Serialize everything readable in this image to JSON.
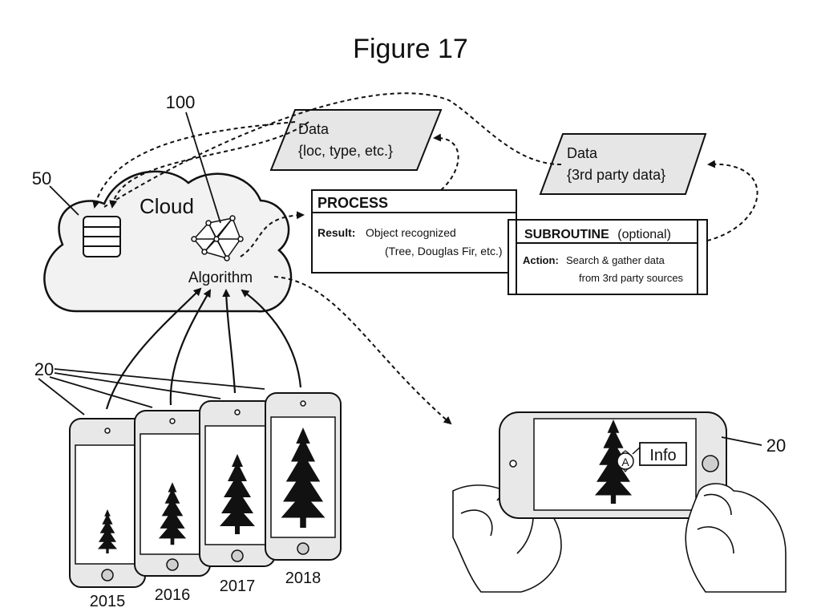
{
  "title": "Figure 17",
  "refs": {
    "cloud": "50",
    "algorithm_node": "100",
    "phones": "20",
    "phone_landscape": "20"
  },
  "cloud": {
    "label": "Cloud",
    "algorithm_label": "Algorithm"
  },
  "data_box_1": {
    "line1": "Data",
    "line2": "{loc, type, etc.}"
  },
  "data_box_2": {
    "line1": "Data",
    "line2": "{3rd party data}"
  },
  "process": {
    "header": "PROCESS",
    "result_label": "Result:",
    "result_line1": "Object recognized",
    "result_line2": "(Tree, Douglas Fir, etc.)"
  },
  "subroutine": {
    "header": "SUBROUTINE",
    "header_note": "(optional)",
    "action_label": "Action:",
    "action_line1": "Search & gather data",
    "action_line2": "from 3rd party sources"
  },
  "years": [
    "2015",
    "2016",
    "2017",
    "2018"
  ],
  "landscape_phone": {
    "pin_label": "A",
    "info_label": "Info"
  }
}
